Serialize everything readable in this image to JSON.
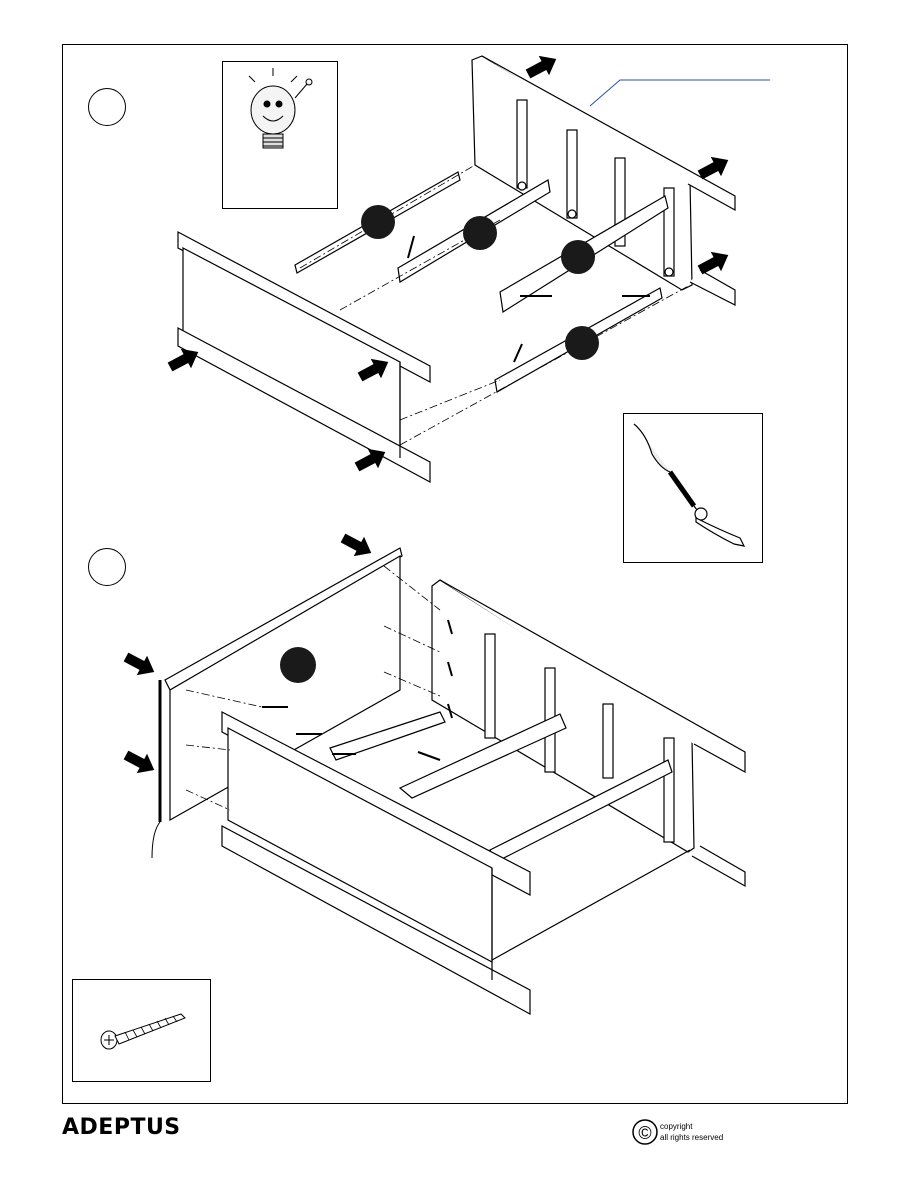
{
  "brand": {
    "name": "ADEPTUS"
  },
  "copyright": {
    "line1": "copyright",
    "line2": "all rights reserved",
    "symbol": "©"
  },
  "icons": [
    "lightbulb-icon",
    "screwdriver-icon",
    "screw-icon",
    "arrow-icon"
  ],
  "colors": {
    "ink": "#000000",
    "marker": "#1a1a1a",
    "leader_blue": "#2a4fa8"
  }
}
